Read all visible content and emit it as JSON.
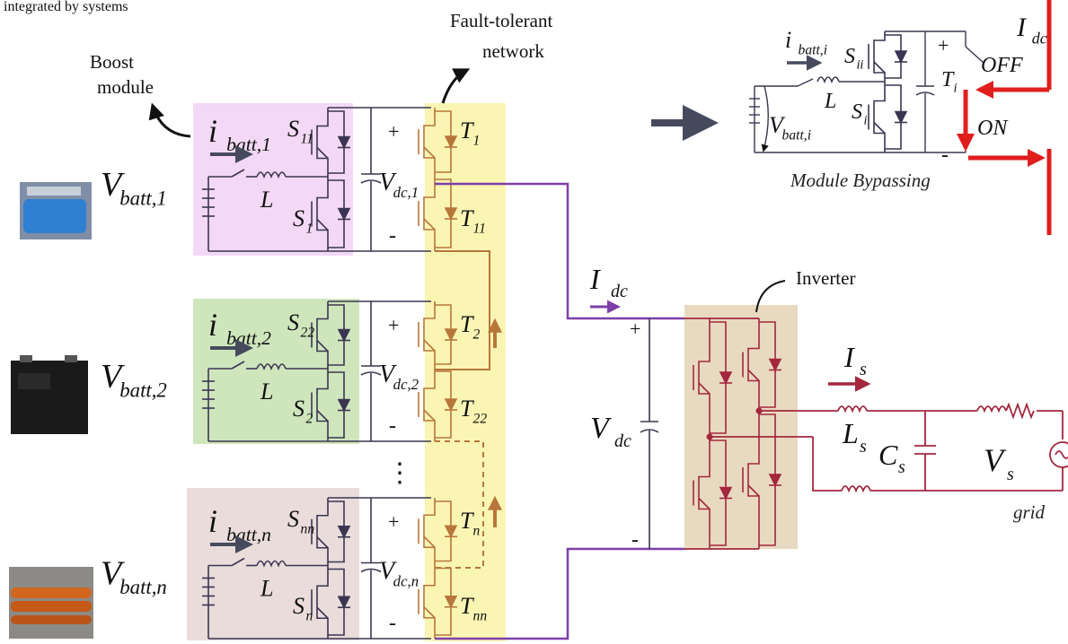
{
  "caption_top": "integrated by systems",
  "annotations": {
    "boost_module": [
      "Boost",
      "module"
    ],
    "fault_tolerant": [
      "Fault-tolerant",
      "network"
    ],
    "inverter": "Inverter",
    "grid": "grid",
    "module_bypassing": "Module Bypassing"
  },
  "modules": [
    {
      "i": "i",
      "i_sub": "batt,1",
      "V": "V",
      "V_sub": "batt,1",
      "S_top": "11",
      "S_bot": "1",
      "T_top": "1",
      "T_bot": "11",
      "Vdc_sub": "dc,1",
      "L": "L"
    },
    {
      "i": "i",
      "i_sub": "batt,2",
      "V": "V",
      "V_sub": "batt,2",
      "S_top": "22",
      "S_bot": "2",
      "T_top": "2",
      "T_bot": "22",
      "Vdc_sub": "dc,2",
      "L": "L"
    },
    {
      "i": "i",
      "i_sub": "batt,n",
      "V": "V",
      "V_sub": "batt,n",
      "S_top": "nn",
      "S_bot": "n",
      "T_top": "n",
      "T_bot": "nn",
      "Vdc_sub": "dc,n",
      "L": "L"
    }
  ],
  "labels": {
    "plus": "+",
    "minus": "-",
    "ellipsis": "⋮",
    "S": "S",
    "T": "T",
    "V": "V",
    "I": "I",
    "Idc_sub": "dc",
    "Vdc_main": "V",
    "Vdc_main_sub": "dc",
    "Is_sub": "s",
    "Ls": "L",
    "Ls_sub": "s",
    "Cs": "C",
    "Cs_sub": "s",
    "Vs": "V",
    "Vs_sub": "s"
  },
  "bypass": {
    "i_sub": "batt,i",
    "V_sub": "batt,i",
    "S_top": "ii",
    "S_bot": "i",
    "T": "i",
    "L": "L",
    "off": "OFF",
    "on": "ON",
    "Idc_sub": "dc"
  },
  "colors": {
    "module1_bg": "#f3d9f5",
    "module2_bg": "#cfe6bd",
    "moduleN_bg": "#e9dcda",
    "network_bg": "#fbf5b4",
    "inverter_bg": "#e8dac0",
    "module_wire": "#3b3552",
    "network_wire": "#b8763a",
    "dc_wire": "#7d3fa8",
    "inverter_wire": "#a3273e",
    "bypass_red": "#e01e1e",
    "arrow_gray": "#464a5c"
  }
}
